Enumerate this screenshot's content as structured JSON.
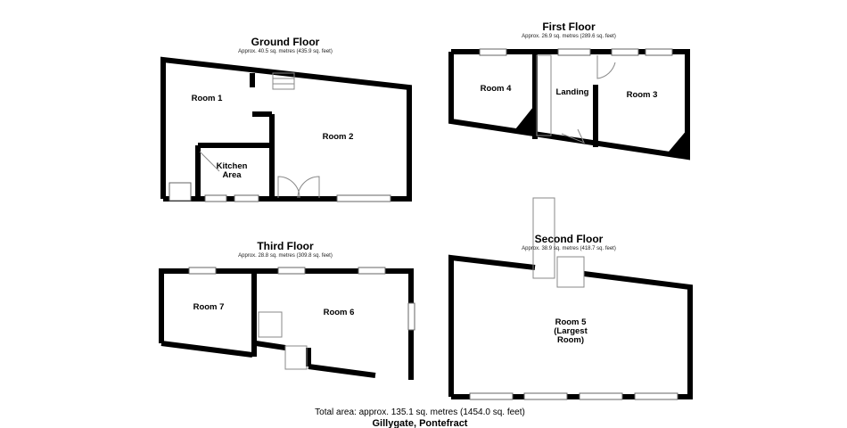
{
  "floors": {
    "ground": {
      "title": "Ground Floor",
      "area": "Approx. 40.5 sq. metres (435.9 sq. feet)",
      "rooms": [
        "Room 1",
        "Room 2",
        "Kitchen",
        "Area"
      ]
    },
    "first": {
      "title": "First Floor",
      "area": "Approx. 26.9 sq. metres (289.6 sq. feet)",
      "rooms": [
        "Room 4",
        "Landing",
        "Room 3"
      ]
    },
    "second": {
      "title": "Second Floor",
      "area": "Approx. 38.9 sq. metres (418.7 sq. feet)",
      "rooms": [
        "Room 5",
        "(Largest",
        "Room)"
      ]
    },
    "third": {
      "title": "Third Floor",
      "area": "Approx. 28.8 sq. metres (309.8 sq. feet)",
      "rooms": [
        "Room 7",
        "Room 6"
      ]
    }
  },
  "footer": {
    "total": "Total area: approx. 135.1 sq. metres (1454.0 sq. feet)",
    "address": "Gillygate, Pontefract"
  }
}
